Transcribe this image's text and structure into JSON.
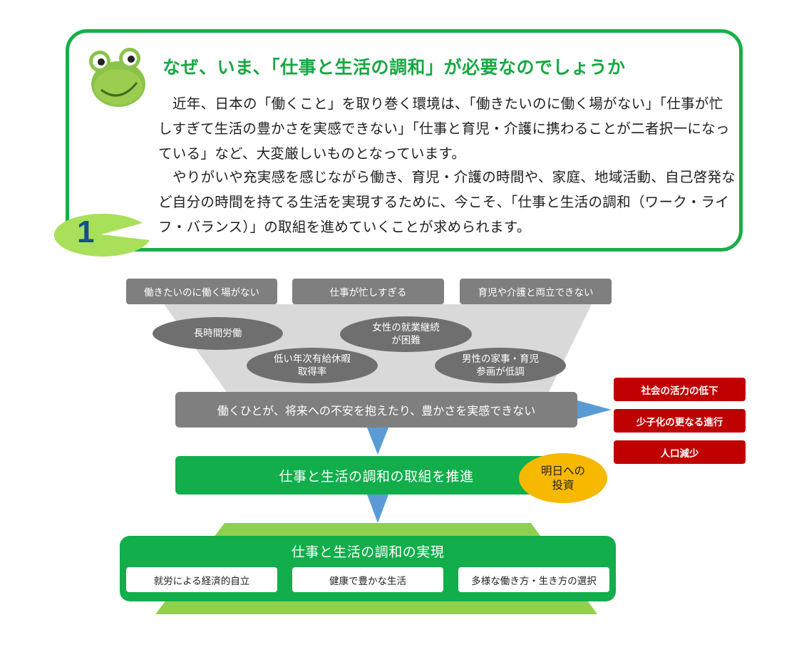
{
  "intro": {
    "section_number": "1",
    "heading": "なぜ、いま、「仕事と生活の調和」が必要なのでしょうか",
    "paragraph1": "近年、日本の「働くこと」を取り巻く環境は、「働きたいのに働く場がない」「仕事が忙しすぎて生活の豊かさを実感できない」「仕事と育児・介護に携わることが二者択一になっている」など、大変厳しいものとなっています。",
    "paragraph2": "やりがいや充実感を感じながら働き、育児・介護の時間や、家庭、地域活動、自己啓発など自分の時間を持てる生活を実現するために、今こそ、「仕事と生活の調和（ワーク・ライフ・バランス）」の取組を進めていくことが求められます。"
  },
  "diagram": {
    "top_boxes": [
      "働きたいのに働く場がない",
      "仕事が忙しすぎる",
      "育児や介護と両立できない"
    ],
    "ellipses": {
      "long_hours": "長時間労働",
      "women_work_line1": "女性の就業継続",
      "women_work_line2": "が困難",
      "paid_leave_line1": "低い年次有給休暇",
      "paid_leave_line2": "取得率",
      "men_housework_line1": "男性の家事・育児",
      "men_housework_line2": "参画が低調"
    },
    "anxiety_bar": "働くひとが、将来への不安を抱えたり、豊かさを実感できない",
    "consequences": [
      "社会の活力の低下",
      "少子化の更なる進行",
      "人口減少"
    ],
    "promote_bar": "仕事と生活の調和の取組を推進",
    "investment_line1": "明日への",
    "investment_line2": "投資",
    "realization_title": "仕事と生活の調和の実現",
    "realization_items": [
      "就労による経済的自立",
      "健康で豊かな生活",
      "多様な働き方・生き方の選択"
    ]
  },
  "colors": {
    "green": "#11ae4b",
    "heading_green": "#17a843",
    "gray_box": "#7f7f7f",
    "gray_ellipse": "#6f6f6f",
    "funnel": "#d9d9d9",
    "red": "#c00000",
    "arrow_blue": "#5b9bd5",
    "light_green": "#8fd14f",
    "orange": "#f7b800"
  }
}
